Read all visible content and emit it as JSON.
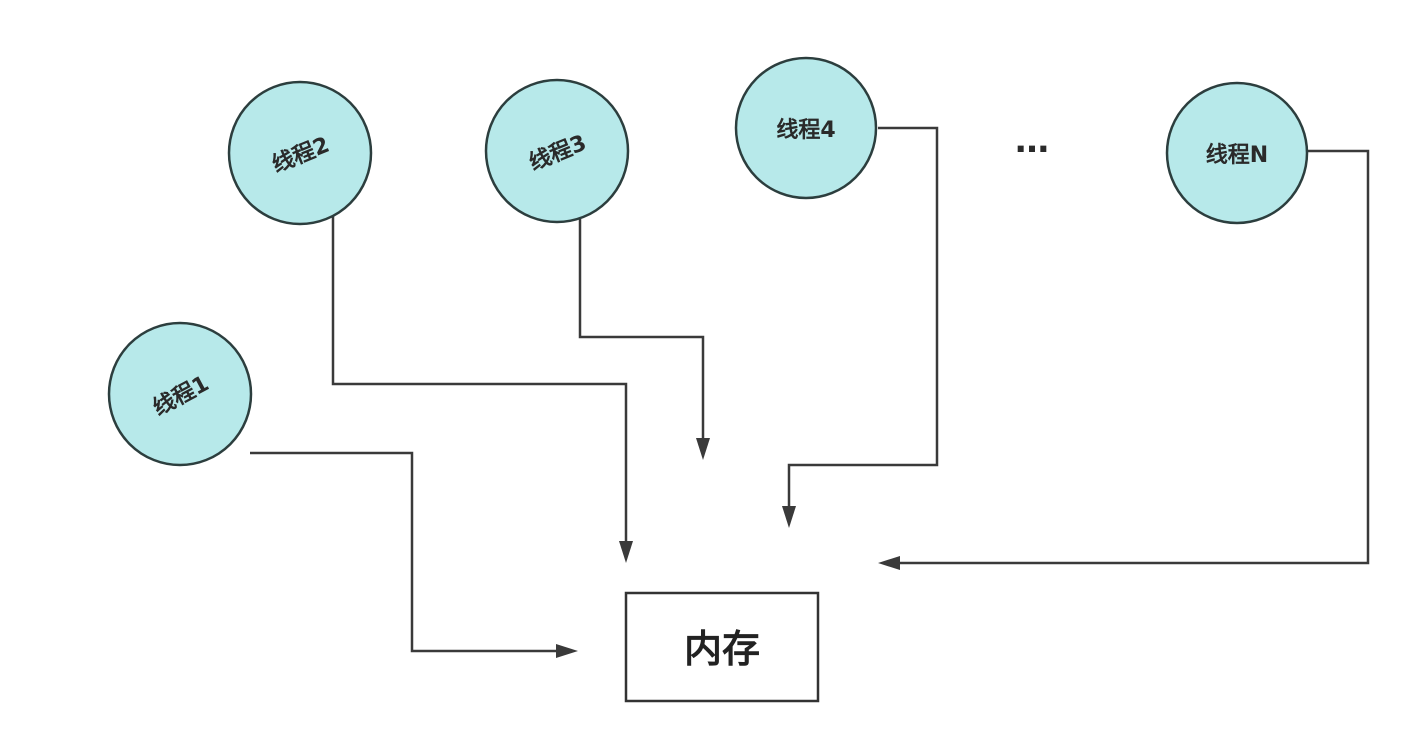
{
  "threads": [
    {
      "id": "t1",
      "label": "线程1"
    },
    {
      "id": "t2",
      "label": "线程2"
    },
    {
      "id": "t3",
      "label": "线程3"
    },
    {
      "id": "t4",
      "label": "线程4"
    },
    {
      "id": "tn",
      "label": "线程N"
    }
  ],
  "ellipsis": "…",
  "memory": {
    "label": "内存"
  },
  "colors": {
    "node_fill": "#b7e9ea",
    "node_stroke": "#2c3e3e",
    "line": "#3a3a3a"
  }
}
